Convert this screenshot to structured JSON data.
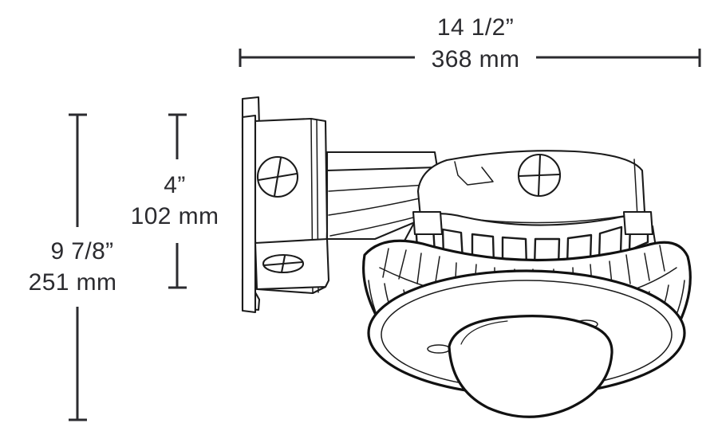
{
  "drawing": {
    "title": "Wall-mount LED vapor-tight luminaire dimensional drawing",
    "background_color": "#ffffff",
    "line_color": "#1b1b1b",
    "dimension_color": "#2b2b2f"
  },
  "dimensions": {
    "width": {
      "label": "overall-width",
      "orientation": "horizontal",
      "position": "top",
      "imperial": "14 1/2”",
      "metric": "368 mm"
    },
    "height_total": {
      "label": "overall-height",
      "orientation": "vertical",
      "position": "left-outer",
      "imperial": "9 7/8”",
      "metric": "251 mm"
    },
    "height_bracket": {
      "label": "bracket-height",
      "orientation": "vertical",
      "position": "left-inner",
      "imperial": "4”",
      "metric": "102 mm"
    }
  },
  "product": {
    "parts": [
      {
        "name": "wall-mount-plate",
        "detail": "flat backplate with upper and lower mounting tabs"
      },
      {
        "name": "bracket-body",
        "detail": "cast knuckle housing with large phillips pivot screw and lower oval screw"
      },
      {
        "name": "support-arm",
        "detail": "tapered arm linking bracket to luminaire head"
      },
      {
        "name": "luminaire-head",
        "detail": "round housing with phillips screw on top cap"
      },
      {
        "name": "heat-sink-fins",
        "detail": "radial cooling fin ring around the housing"
      },
      {
        "name": "dome-lens",
        "detail": "clear hemispherical refractor at the bottom"
      }
    ],
    "fasteners": [
      {
        "name": "bracket-pivot-screw",
        "type": "phillips-screw-icon"
      },
      {
        "name": "bracket-lower-screw",
        "type": "phillips-screw-icon"
      },
      {
        "name": "head-cap-screw",
        "type": "phillips-screw-icon"
      }
    ]
  }
}
